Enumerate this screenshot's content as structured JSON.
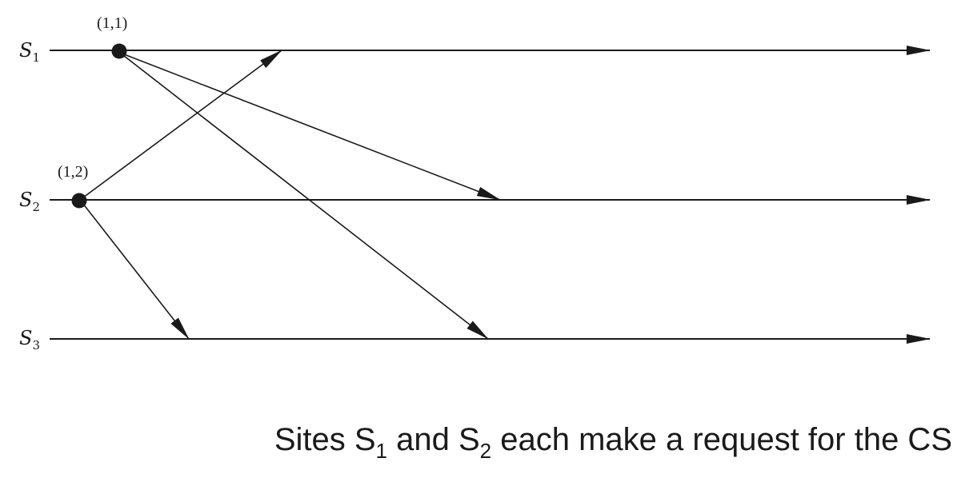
{
  "sites": [
    {
      "letter": "S",
      "index": "1"
    },
    {
      "letter": "S",
      "index": "2"
    },
    {
      "letter": "S",
      "index": "3"
    }
  ],
  "events": [
    {
      "site": 1,
      "timestamp": "(1,1)"
    },
    {
      "site": 2,
      "timestamp": "(1,2)"
    }
  ],
  "messages": [
    {
      "from": 1,
      "to": 2
    },
    {
      "from": 1,
      "to": 3
    },
    {
      "from": 2,
      "to": 1
    },
    {
      "from": 2,
      "to": 3
    }
  ],
  "caption": {
    "p1": "Sites S",
    "s1": "1",
    "p2": " and S",
    "s2": "2",
    "p3": " each make a request for the CS"
  }
}
